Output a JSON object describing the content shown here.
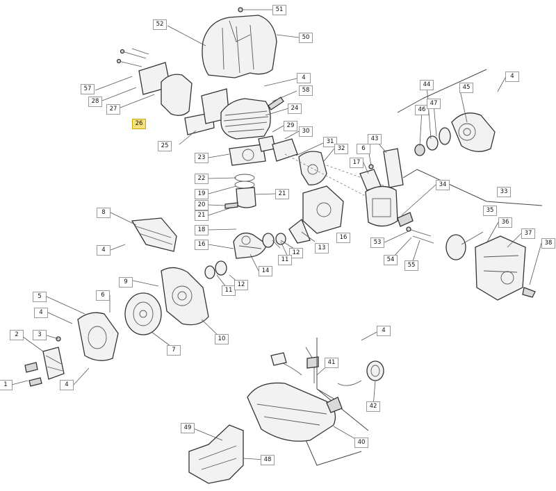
{
  "colors": {
    "highlight": "#f5e07a",
    "stroke": "#333333",
    "part_fill": "#f2f2f2"
  },
  "callouts": [
    {
      "id": "c-51",
      "label": "51"
    },
    {
      "id": "c-52",
      "label": "52"
    },
    {
      "id": "c-50",
      "label": "50"
    },
    {
      "id": "c-57",
      "label": "57"
    },
    {
      "id": "c-28",
      "label": "28"
    },
    {
      "id": "c-27",
      "label": "27"
    },
    {
      "id": "c-26",
      "label": "26",
      "highlight": true
    },
    {
      "id": "c-25",
      "label": "25"
    },
    {
      "id": "c-4a",
      "label": "4"
    },
    {
      "id": "c-58",
      "label": "58"
    },
    {
      "id": "c-24",
      "label": "24"
    },
    {
      "id": "c-29",
      "label": "29"
    },
    {
      "id": "c-30",
      "label": "30"
    },
    {
      "id": "c-23",
      "label": "23"
    },
    {
      "id": "c-31",
      "label": "31"
    },
    {
      "id": "c-32",
      "label": "32"
    },
    {
      "id": "c-22",
      "label": "22"
    },
    {
      "id": "c-19",
      "label": "19"
    },
    {
      "id": "c-20",
      "label": "20"
    },
    {
      "id": "c-21a",
      "label": "21"
    },
    {
      "id": "c-21b",
      "label": "21"
    },
    {
      "id": "c-6a",
      "label": "6"
    },
    {
      "id": "c-17",
      "label": "17"
    },
    {
      "id": "c-43",
      "label": "43"
    },
    {
      "id": "c-44",
      "label": "44"
    },
    {
      "id": "c-45",
      "label": "45"
    },
    {
      "id": "c-4b",
      "label": "4"
    },
    {
      "id": "c-46",
      "label": "46"
    },
    {
      "id": "c-47",
      "label": "47"
    },
    {
      "id": "c-34",
      "label": "34"
    },
    {
      "id": "c-33",
      "label": "33"
    },
    {
      "id": "c-35",
      "label": "35"
    },
    {
      "id": "c-36",
      "label": "36"
    },
    {
      "id": "c-37",
      "label": "37"
    },
    {
      "id": "c-38",
      "label": "38"
    },
    {
      "id": "c-53",
      "label": "53"
    },
    {
      "id": "c-54",
      "label": "54"
    },
    {
      "id": "c-55",
      "label": "55"
    },
    {
      "id": "c-8",
      "label": "8"
    },
    {
      "id": "c-4c",
      "label": "4"
    },
    {
      "id": "c-18",
      "label": "18"
    },
    {
      "id": "c-16a",
      "label": "16"
    },
    {
      "id": "c-16b",
      "label": "16"
    },
    {
      "id": "c-13",
      "label": "13"
    },
    {
      "id": "c-12a",
      "label": "12"
    },
    {
      "id": "c-11a",
      "label": "11"
    },
    {
      "id": "c-14",
      "label": "14"
    },
    {
      "id": "c-9",
      "label": "9"
    },
    {
      "id": "c-11b",
      "label": "11"
    },
    {
      "id": "c-12b",
      "label": "12"
    },
    {
      "id": "c-5",
      "label": "5"
    },
    {
      "id": "c-6b",
      "label": "6"
    },
    {
      "id": "c-4d",
      "label": "4"
    },
    {
      "id": "c-2",
      "label": "2"
    },
    {
      "id": "c-3",
      "label": "3"
    },
    {
      "id": "c-4e",
      "label": "4"
    },
    {
      "id": "c-1",
      "label": "1"
    },
    {
      "id": "c-7",
      "label": "7"
    },
    {
      "id": "c-10",
      "label": "10"
    },
    {
      "id": "c-4f",
      "label": "4"
    },
    {
      "id": "c-41",
      "label": "41"
    },
    {
      "id": "c-42",
      "label": "42"
    },
    {
      "id": "c-40",
      "label": "40"
    },
    {
      "id": "c-49",
      "label": "49"
    },
    {
      "id": "c-48",
      "label": "48"
    }
  ]
}
